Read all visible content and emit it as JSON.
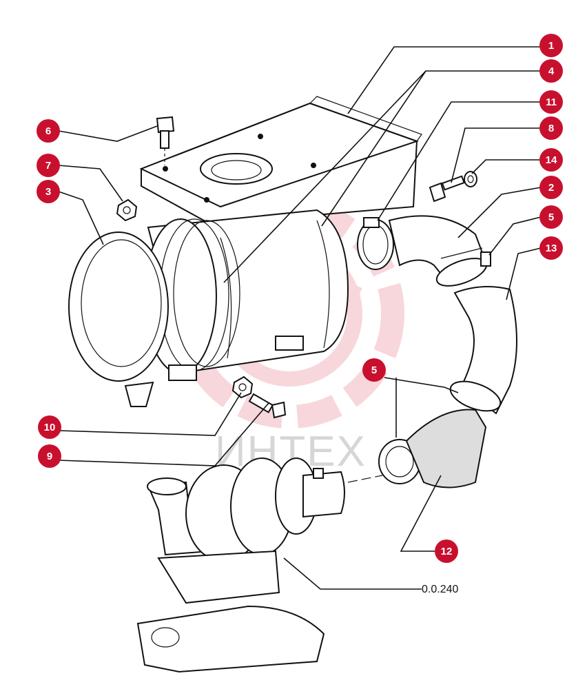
{
  "colors": {
    "callout": "#c8102e",
    "watermark_red": "#f2b8bf",
    "watermark_gray": "#d6d6d6",
    "line": "#111111"
  },
  "watermark": {
    "text": "ИНТЕХ"
  },
  "drawing_ref": {
    "text": "0.0.240"
  },
  "callouts": [
    {
      "label": "1"
    },
    {
      "label": "4"
    },
    {
      "label": "11"
    },
    {
      "label": "8"
    },
    {
      "label": "14"
    },
    {
      "label": "2"
    },
    {
      "label": "5"
    },
    {
      "label": "13"
    },
    {
      "label": "6"
    },
    {
      "label": "7"
    },
    {
      "label": "3"
    },
    {
      "label": "5"
    },
    {
      "label": "10"
    },
    {
      "label": "9"
    },
    {
      "label": "12"
    }
  ]
}
